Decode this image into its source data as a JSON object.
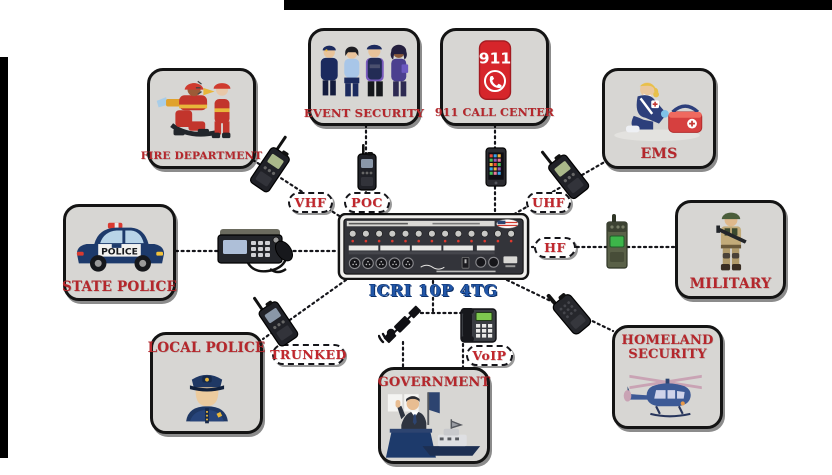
{
  "device": {
    "label": "ICRI 10P 4TG"
  },
  "nodes": {
    "fire": {
      "label": "FIRE DEPARTMENT"
    },
    "event_security": {
      "label": "EVENT SECURITY"
    },
    "call_911": {
      "label": "911 CALL CENTER",
      "phone_text": "911"
    },
    "ems": {
      "label": "EMS"
    },
    "state_police": {
      "label": "STATE POLICE",
      "car_text": "POLICE"
    },
    "military": {
      "label": "MILITARY"
    },
    "local_police": {
      "label": "LOCAL POLICE"
    },
    "homeland_security": {
      "label_line1": "HOMELAND",
      "label_line2": "SECURITY"
    },
    "government": {
      "label": "GOVERNMENT"
    }
  },
  "links": {
    "vhf": {
      "label": "VHF"
    },
    "poc": {
      "label": "POC"
    },
    "uhf": {
      "label": "UHF"
    },
    "hf": {
      "label": "HF"
    },
    "trunked": {
      "label": "TRUNKED"
    },
    "voip": {
      "label": "VoIP"
    }
  },
  "colors": {
    "node_bg": "#d7d6d3",
    "node_border": "#141414",
    "label_red": "#b5272c",
    "pill_red": "#c1272d",
    "title_blue": "#2156a8",
    "phone_red": "#d6252b"
  }
}
